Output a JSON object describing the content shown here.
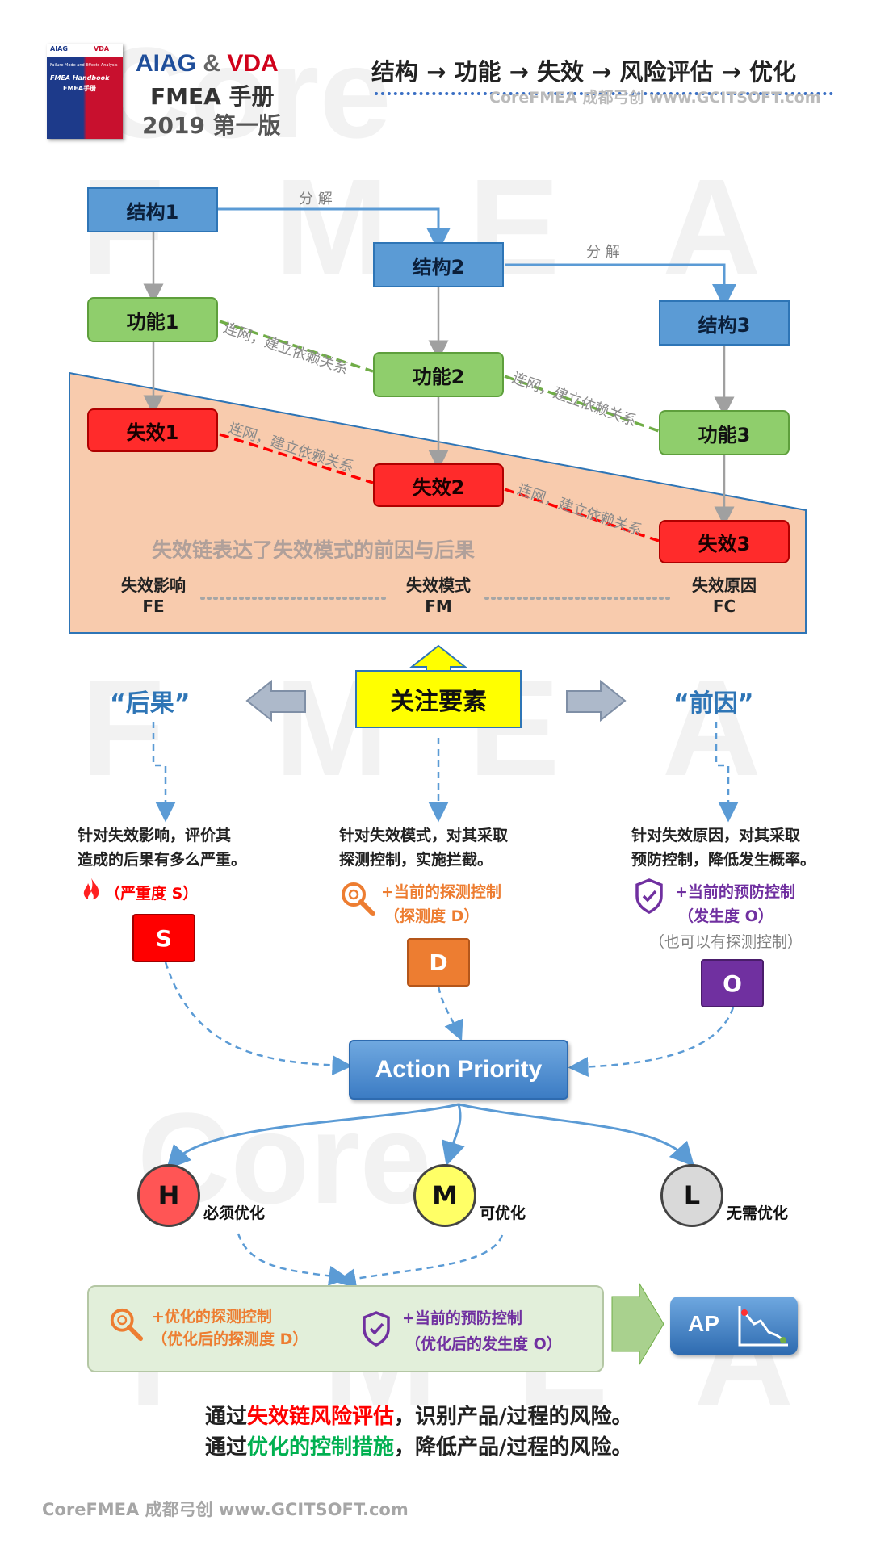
{
  "header": {
    "book_brand_aiag": "AIAG",
    "book_brand_vda": "VDA",
    "book_subtitle": "Failure Mode and Effects Analysis",
    "book_title_en": "FMEA Handbook",
    "book_title_cn": "FMEA手册",
    "title_aiag": "AIAG",
    "title_amp": "&",
    "title_vda": "VDA",
    "title_line2": "FMEA 手册",
    "title_line3": "2019 第一版",
    "flow": "结构 → 功能 → 失效 → 风险评估 → 优化",
    "watermark": "CoreFMEA 成都弓创 www.GCITSOFT.com"
  },
  "diagram": {
    "structure1": "结构1",
    "structure2": "结构2",
    "structure3": "结构3",
    "function1": "功能1",
    "function2": "功能2",
    "function3": "功能3",
    "failure1": "失效1",
    "failure2": "失效2",
    "failure3": "失效3",
    "decompose": "分 解",
    "link_label": "连网，建立依赖关系",
    "chain_caption": "失效链表达了失效模式的前因与后果",
    "fe_cn": "失效影响",
    "fe_en": "FE",
    "fm_cn": "失效模式",
    "fm_en": "FM",
    "fc_cn": "失效原因",
    "fc_en": "FC"
  },
  "focus": {
    "label": "关注要素",
    "consequence": "“后果”",
    "cause": "“前因”"
  },
  "columns": {
    "s_desc1": "针对失效影响，评价其",
    "s_desc2": "造成的后果有多么严重。",
    "s_label": "（严重度 S）",
    "s_letter": "S",
    "d_desc1": "针对失效模式，对其采取",
    "d_desc2": "探测控制，实施拦截。",
    "d_label1": "+当前的探测控制",
    "d_label2": "（探测度 D）",
    "d_letter": "D",
    "o_desc1": "针对失效原因，对其采取",
    "o_desc2": "预防控制，降低发生概率。",
    "o_label1": "+当前的预防控制",
    "o_label2": "（发生度 O）",
    "o_note": "（也可以有探测控制）",
    "o_letter": "O"
  },
  "priority": {
    "label": "Action Priority",
    "h": "H",
    "h_text": "必须优化",
    "m": "M",
    "m_text": "可优化",
    "l": "L",
    "l_text": "无需优化"
  },
  "optimize": {
    "det1": "+优化的探测控制",
    "det2": "（优化后的探测度 D）",
    "prev1": "+当前的预防控制",
    "prev2": "（优化后的发生度 O）",
    "ap": "AP"
  },
  "footer": {
    "line1_a": "通过",
    "line1_b": "失效链风险评估",
    "line1_c": "，识别产品/过程的风险。",
    "line2_a": "通过",
    "line2_b": "优化的控制措施",
    "line2_c": "，降低产品/过程的风险。",
    "credit": "CoreFMEA  成都弓创 www.GCITSOFT.com"
  },
  "colors": {
    "blue": "#5b9bd5",
    "green": "#8fce6c",
    "red": "#ff2b2b",
    "yellow": "#ffff00",
    "orange": "#ed7d31",
    "purple": "#7030a0",
    "peach": "#f8cbad"
  }
}
